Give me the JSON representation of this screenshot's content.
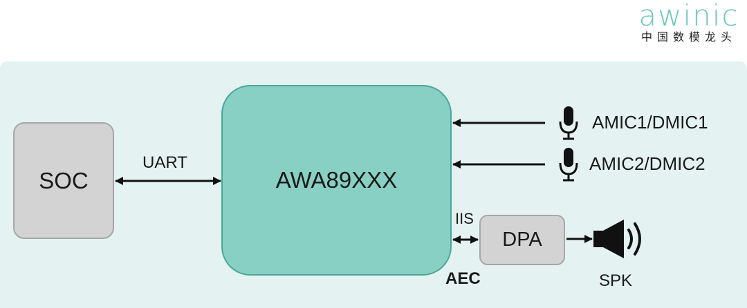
{
  "logo": {
    "word": "awinic",
    "subtitle": "中国数模龙头"
  },
  "diagram": {
    "blocks": {
      "soc": "SOC",
      "main_chip": "AWA89XXX",
      "dpa": "DPA"
    },
    "links": {
      "uart": "UART",
      "iis": "IIS",
      "aec": "AEC"
    },
    "peripherals": {
      "mic1": "AMIC1/DMIC1",
      "mic2": "AMIC2/DMIC2",
      "speaker": "SPK"
    }
  },
  "colors": {
    "panel": "#e4f3f1",
    "chip_fill": "#88cfc4",
    "chip_border": "#4aa796",
    "block_fill": "#d3d3d3",
    "logo": "#6ec6bf"
  }
}
